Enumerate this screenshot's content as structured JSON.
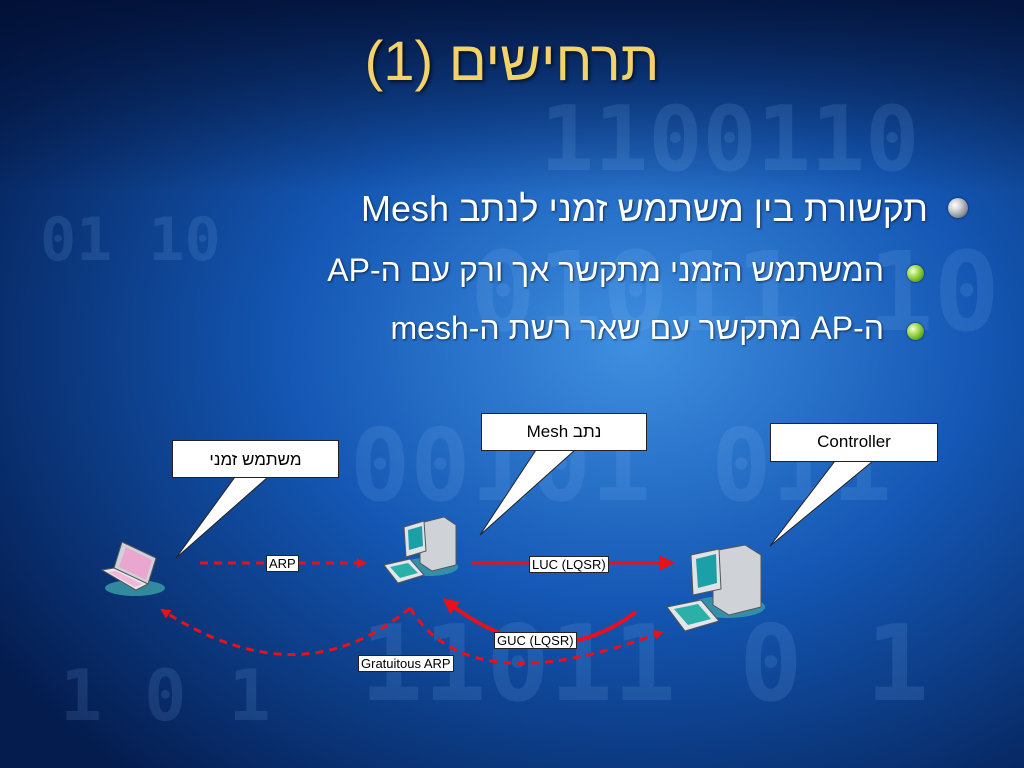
{
  "slide": {
    "title": "תרחישים (1)",
    "bullets": [
      {
        "level": 1,
        "text": "תקשורת בין משתמש זמני לנתב Mesh"
      },
      {
        "level": 2,
        "text": "המשתמש הזמני מתקשר אך ורק עם ה-AP"
      },
      {
        "level": 2,
        "text": "ה-AP מתקשר עם שאר רשת ה-mesh"
      }
    ]
  },
  "diagram": {
    "callouts": {
      "temporary_user": "משתמש זמני",
      "mesh_router": "נתב Mesh",
      "controller": "Controller"
    },
    "arrows": {
      "arp": "ARP",
      "luc": "LUC (LQSR)",
      "guc": "GUC (LQSR)",
      "gratuitous_arp": "Gratuitous ARP"
    },
    "icons": [
      "laptop-icon",
      "desktop-computer-icon",
      "desktop-computer-icon"
    ],
    "colors": {
      "title": "#f3d26a",
      "arrow": "#e8101a",
      "background": "#0a3b8a"
    }
  }
}
